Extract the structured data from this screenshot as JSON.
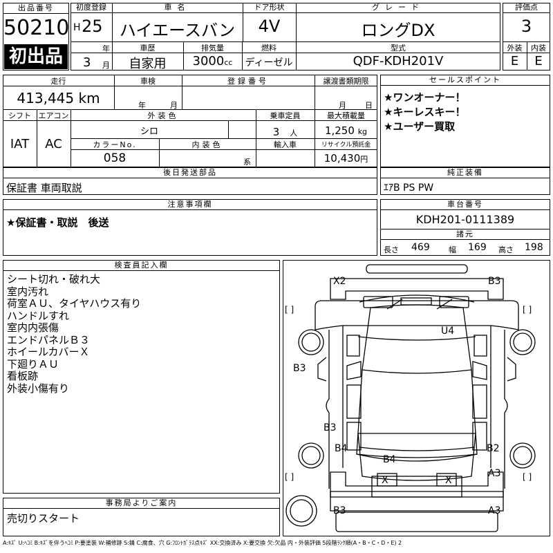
{
  "header": {
    "lot_label": "出品番号",
    "lot_no": "50210",
    "first_listing": "初出品",
    "reg_label": "初度登録",
    "era": "H",
    "year": "25",
    "year_unit": "年",
    "month": "3",
    "month_unit": "月",
    "car_name_label": "車名",
    "car_name": "ハイエースバン",
    "door_label": "ドア形状",
    "door": "4V",
    "grade_label": "グレード",
    "grade": "ロングDX",
    "score_label": "評価点",
    "score": "3",
    "history_label": "車歴",
    "history": "自家用",
    "disp_label": "排気量",
    "displacement": "3000",
    "disp_unit": "cc",
    "fuel_label": "燃料",
    "fuel": "ディーゼル",
    "model_label": "型式",
    "model": "QDF-KDH201V",
    "ext_label": "外装",
    "int_label": "内装",
    "ext": "E",
    "int": "E"
  },
  "info": {
    "mileage_label": "走行",
    "mileage": "413,445",
    "mileage_unit": "km",
    "inspection_label": "車検",
    "insp_year_unit": "年",
    "insp_month_unit": "月",
    "regno_label": "登録番号",
    "transfer_label": "譲渡書類期限",
    "tr_month_unit": "月",
    "tr_day_unit": "日",
    "shift_label": "シフト",
    "shift": "IAT",
    "ac_label": "エアコン",
    "ac": "AC",
    "ext_color_label": "外装色",
    "ext_color": "シロ",
    "color_no_label": "カラーNo.",
    "color_no": "058",
    "int_color_label": "内装色",
    "int_color_unit": "系",
    "capacity_label": "乗車定員",
    "capacity": "3",
    "capacity_unit": "人",
    "maxload_label": "最大積載量",
    "maxload": "1,250",
    "maxload_unit": "kg",
    "import_label": "輸入車",
    "recycle_label": "リサイクル預託金",
    "recycle": "10,430",
    "recycle_unit": "円"
  },
  "sales_points": {
    "label": "セールスポイント",
    "items": [
      "★ワンオーナー！",
      "★キーレスキー！",
      "★ユーザー買取"
    ]
  },
  "later_parts": {
    "label": "後日発送部品",
    "text": "保証書 車両取説"
  },
  "equipment": {
    "label": "純正装備",
    "text": "ｴｱB PS PW"
  },
  "notes": {
    "label": "注意事項欄",
    "text": "★保証書・取説　後送"
  },
  "chassis": {
    "label": "車台番号",
    "text": "KDH201-0111389"
  },
  "dims": {
    "label": "諸元",
    "length_label": "長さ",
    "length": "469",
    "width_label": "幅",
    "width": "169",
    "height_label": "高さ",
    "height": "198"
  },
  "inspector": {
    "label": "検査員記入欄",
    "items": [
      "シート切れ・破れ大",
      "室内汚れ",
      "荷室ＡＵ、タイヤハウス有り",
      "ハンドルすれ",
      "室内内張傷",
      "エンドパネルＢ３",
      "ホイールカバーＸ",
      "下廻りＡＵ",
      "看板跡",
      "外装小傷有り"
    ]
  },
  "office": {
    "label": "事務局よりご案内",
    "text": "売切りスタート"
  },
  "diagram": {
    "codes": [
      "X2",
      "B3",
      "U4",
      "B3",
      "B3",
      "B4",
      "B2",
      "B4",
      "X",
      "X",
      "A3",
      "B3",
      "A3"
    ],
    "brackets": [
      "[  ]",
      "[  ]",
      "[  ]",
      "[  ]"
    ]
  },
  "legend": "A:ｷｽﾞ U:ﾍｺﾐ B:ｷｽﾞを伴うﾍｺﾐ P:要塗装 W:補修跡 S:錆 C:腐食、穴 G:ﾌﾛﾝﾄｶﾞﾗｽ点ｷｽﾞ XX:交換済み X:要交換 欠:欠品 内・外装評価 5段階ﾗﾝｸ順(A・B・C・D・E) 2"
}
